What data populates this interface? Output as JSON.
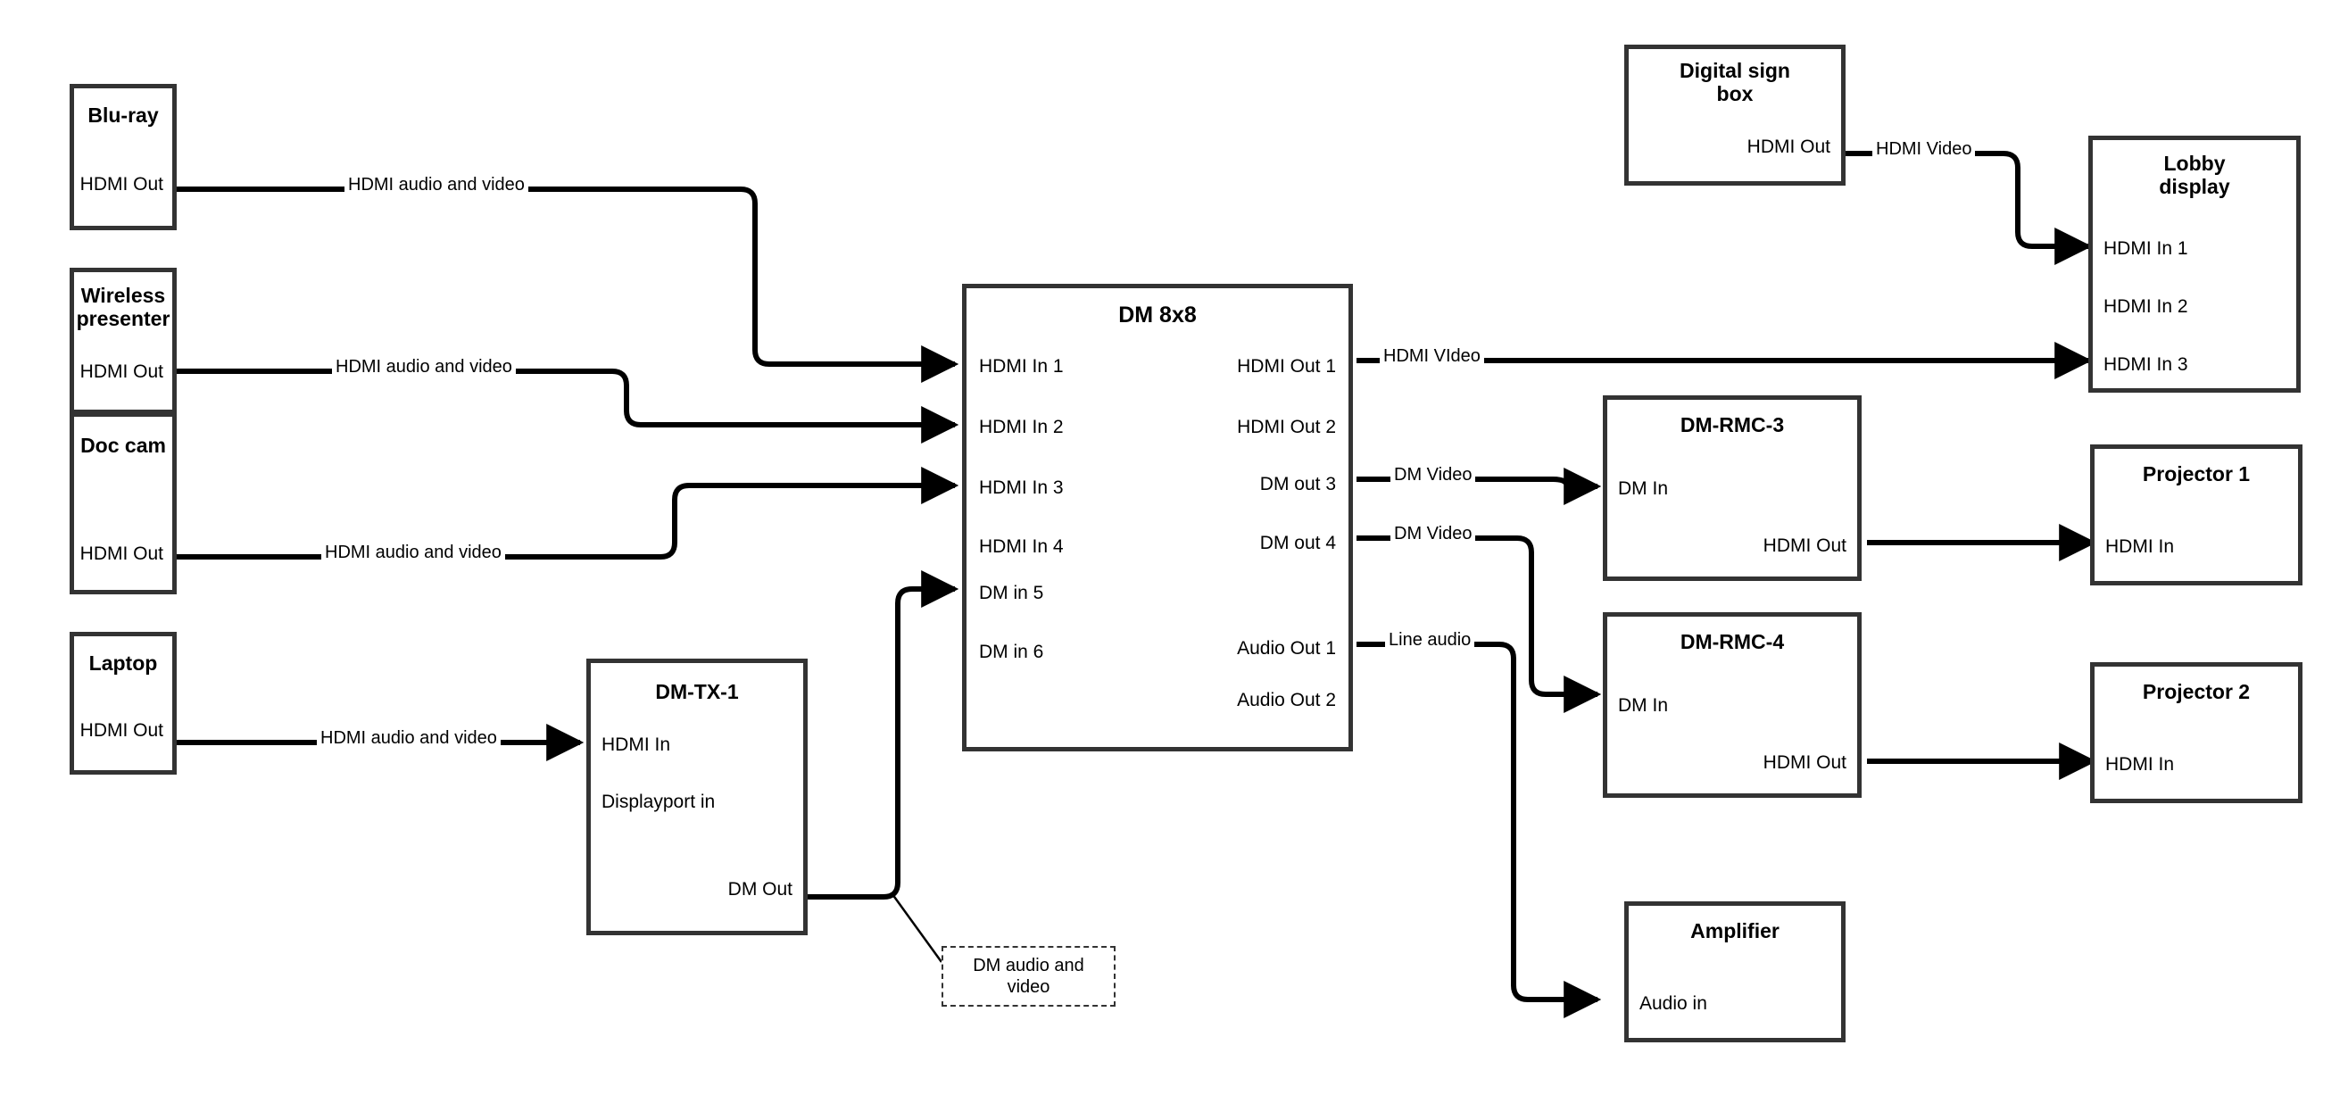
{
  "diagram": {
    "title_typos_preserved": true,
    "line_color": "#000000",
    "box_border_color": "#333333",
    "background": "#ffffff"
  },
  "nodes": {
    "bluray": {
      "title": "Blu-ray",
      "ports": {
        "out1": "HDMI Out"
      }
    },
    "wireless": {
      "title": "Wireless\npresenter",
      "ports": {
        "out1": "HDMI Out"
      }
    },
    "doccam": {
      "title": "Doc cam",
      "ports": {
        "out1": "HDMI Out"
      }
    },
    "laptop": {
      "title": "Laptop",
      "ports": {
        "out1": "HDMI Out"
      }
    },
    "dmtx1": {
      "title": "DM-TX-1",
      "ports": {
        "in1": "HDMI In",
        "in2": "Displayport in",
        "out1": "DM Out"
      }
    },
    "dm8x8": {
      "title": "DM 8x8",
      "inputs": [
        "HDMI In 1",
        "HDMI In 2",
        "HDMI In 3",
        "HDMI In 4",
        "DM in 5",
        "DM in 6"
      ],
      "outputs": [
        "HDMI Out 1",
        "HDMI Out 2",
        "DM out 3",
        "DM out 4",
        "Audio Out 1",
        "Audio Out 2"
      ]
    },
    "signbox": {
      "title": "Digital sign\nbox",
      "ports": {
        "out1": "HDMI Out"
      }
    },
    "lobby": {
      "title": "Lobby\ndisplay",
      "inputs": [
        "HDMI In 1",
        "HDMI In 2",
        "HDMI In 3"
      ]
    },
    "rmc3": {
      "title": "DM-RMC-3",
      "ports": {
        "in1": "DM In",
        "out1": "HDMI Out"
      }
    },
    "rmc4": {
      "title": "DM-RMC-4",
      "ports": {
        "in1": "DM In",
        "out1": "HDMI Out"
      }
    },
    "projector1": {
      "title": "Projector 1",
      "ports": {
        "in1": "HDMI In"
      }
    },
    "projector2": {
      "title": "Projector 2",
      "ports": {
        "in1": "HDMI In"
      }
    },
    "amplifier": {
      "title": "Amplifier",
      "ports": {
        "in1": "Audio in"
      }
    }
  },
  "connections": {
    "bluray_to_in1": "HDMI audio and video",
    "wireless_to_in2": "HDMI audio and video",
    "doccam_to_in3": "HDMI audio and video",
    "laptop_to_tx": "HDMI audio and video",
    "hdmiout1_to_lobby": "HDMI VIdeo",
    "dmout3_to_rmc3": "DM Video",
    "dmout4_to_rmc4": "DM Video",
    "audioout1_to_amp": "Line audio",
    "sign_to_lobby": "HDMI Video"
  },
  "callout": {
    "text": "DM audio and\nvideo"
  }
}
